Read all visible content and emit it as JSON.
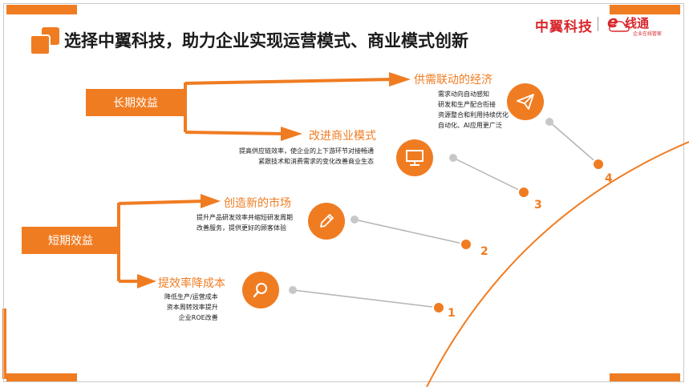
{
  "title": "选择中翼科技，助力企业实现运营模式、商业模式创新",
  "logos": {
    "zhongyi": "中翼科技",
    "e_letter": "e",
    "e_name": "线通",
    "e_sub": "企业在线管家"
  },
  "groups": {
    "long_term": "长期效益",
    "short_term": "短期效益"
  },
  "items": [
    {
      "heading": "供需联动的经济",
      "lines": [
        "需求动向自动感知",
        "研发和生产配合衔接",
        "资源整合和利用持续优化",
        "自动化、AI应用更广泛"
      ],
      "number": "4",
      "icon": "paper-plane-icon"
    },
    {
      "heading": "改进商业模式",
      "lines": [
        "提高供应链效率，使企业的上下游环节对接畅通",
        "紧跟技术和消费需求的变化改善商业生态"
      ],
      "number": "3",
      "icon": "monitor-icon"
    },
    {
      "heading": "创造新的市场",
      "lines": [
        "提升产品研发效率并缩短研发周期",
        "改善服务，提供更好的顾客体验"
      ],
      "number": "2",
      "icon": "pencil-icon"
    },
    {
      "heading": "提效率降成本",
      "lines": [
        "降低生产/运营成本",
        "资本周转效率提升",
        "企业ROE改善"
      ],
      "number": "1",
      "icon": "magnifier-icon"
    }
  ],
  "colors": {
    "accent": "#f07c22",
    "brand_red": "#d8262b",
    "connector": "#b5b5b5"
  }
}
